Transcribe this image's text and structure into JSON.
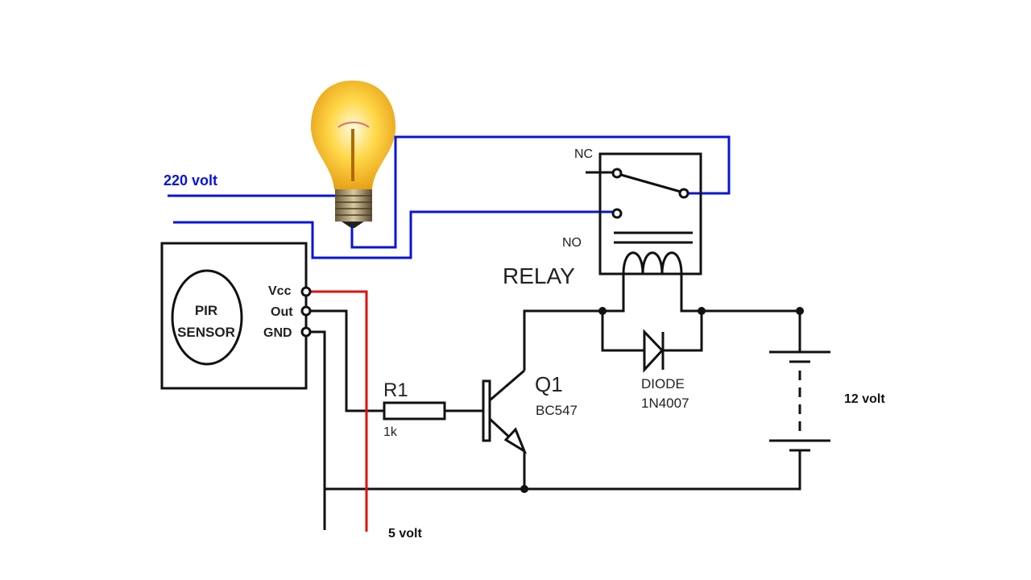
{
  "labels": {
    "mains": "220 volt",
    "relay_nc": "NC",
    "relay_no": "NO",
    "relay": "RELAY",
    "sensor_line1": "PIR",
    "sensor_line2": "SENSOR",
    "pin_vcc": "Vcc",
    "pin_out": "Out",
    "pin_gnd": "GND",
    "resistor_name": "R1",
    "resistor_value": "1k",
    "transistor_name": "Q1",
    "transistor_part": "BC547",
    "diode_name": "DIODE",
    "diode_part": "1N4007",
    "battery": "12 volt",
    "supply": "5 volt"
  },
  "colors": {
    "mains_wire": "#0a14d8",
    "supply_wire": "#e01010",
    "circuit_wire": "#111111"
  }
}
